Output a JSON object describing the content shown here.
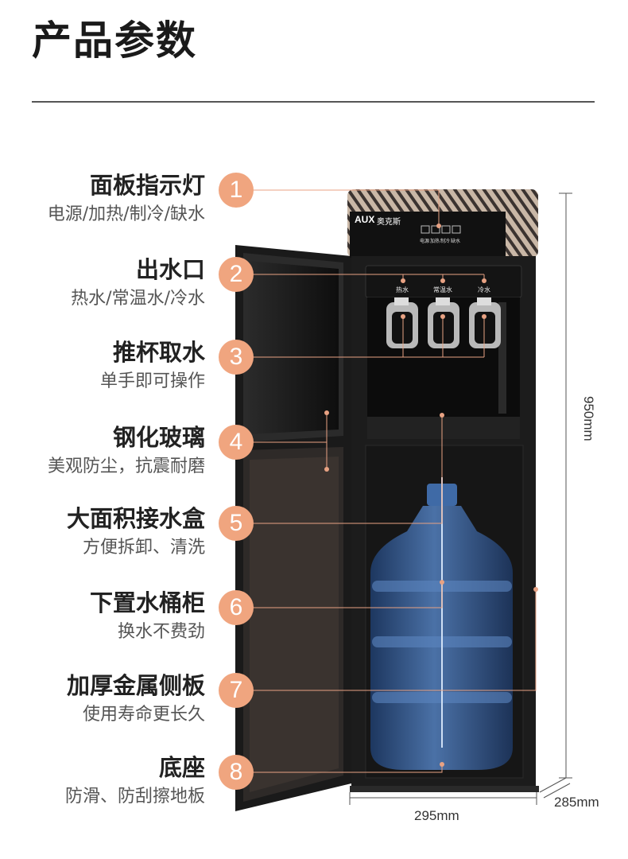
{
  "page": {
    "title": "产品参数"
  },
  "features": [
    {
      "num": "1",
      "title": "面板指示灯",
      "desc": "电源/加热/制冷/缺水"
    },
    {
      "num": "2",
      "title": "出水口",
      "desc": "热水/常温水/冷水"
    },
    {
      "num": "3",
      "title": "推杯取水",
      "desc": "单手即可操作"
    },
    {
      "num": "4",
      "title": "钢化玻璃",
      "desc": "美观防尘，抗震耐磨"
    },
    {
      "num": "5",
      "title": "大面积接水盒",
      "desc": "方便拆卸、清洗"
    },
    {
      "num": "6",
      "title": "下置水桶柜",
      "desc": "换水不费劲"
    },
    {
      "num": "7",
      "title": "加厚金属侧板",
      "desc": "使用寿命更长久"
    },
    {
      "num": "8",
      "title": "底座",
      "desc": "防滑、防刮擦地板"
    }
  ],
  "product": {
    "brand": "AUX",
    "brand_cn": "奥克斯",
    "control_labels": [
      "电源",
      "加热",
      "制冷",
      "缺水"
    ],
    "tap_labels": [
      "热水",
      "常温水",
      "冷水"
    ]
  },
  "dimensions": {
    "height": "950mm",
    "width": "295mm",
    "depth": "285mm"
  },
  "colors": {
    "accent": "#f0a57f",
    "leader_line": "#e8a283",
    "body": "#1c1c1c"
  }
}
